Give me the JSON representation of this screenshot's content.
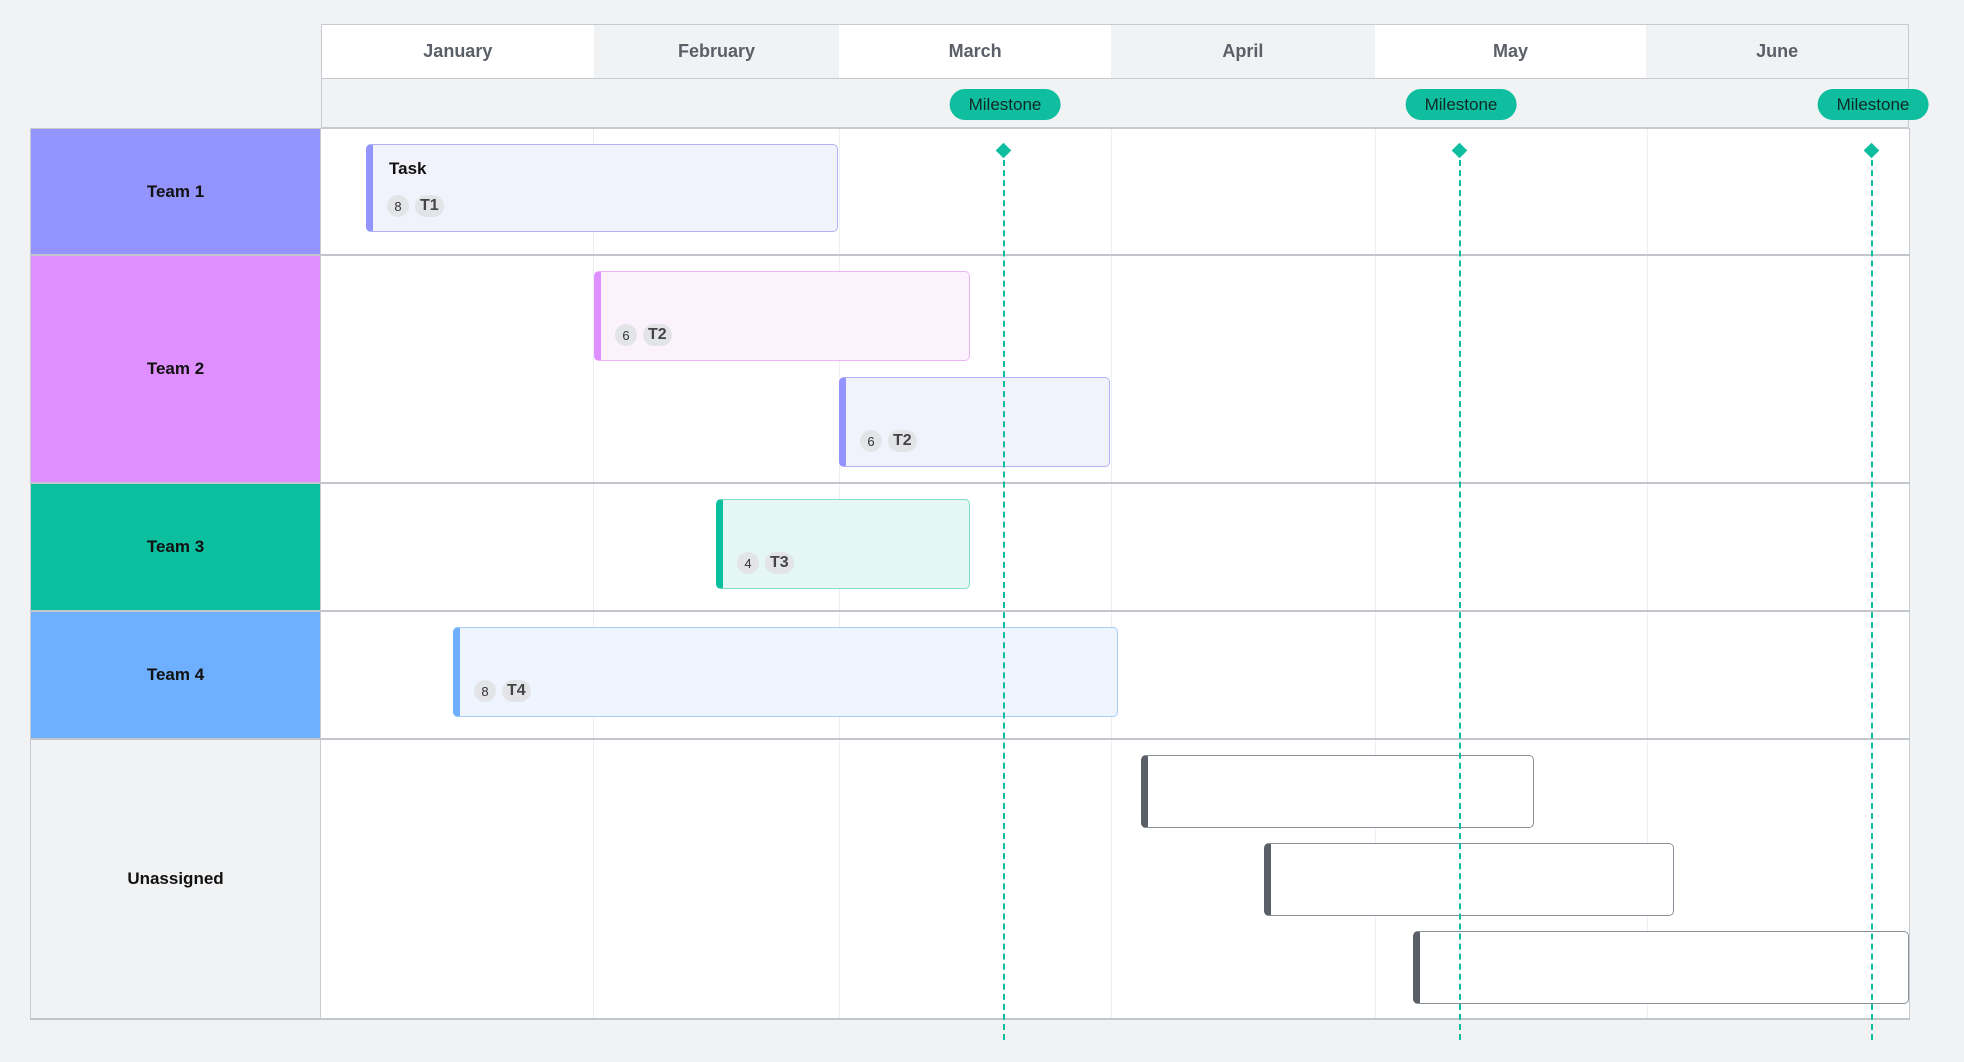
{
  "months": [
    "January",
    "February",
    "March",
    "April",
    "May",
    "June"
  ],
  "milestone_label": "Milestone",
  "teams": [
    {
      "name": "Team 1",
      "color": "#9494ff"
    },
    {
      "name": "Team 2",
      "color": "#df8fff"
    },
    {
      "name": "Team 3",
      "color": "#0bbf9f"
    },
    {
      "name": "Team 4",
      "color": "#6eb0ff"
    },
    {
      "name": "Unassigned",
      "color": "#f1f2f4"
    }
  ],
  "tasks": [
    {
      "title": "Task",
      "count": "8",
      "label": "T1"
    },
    {
      "title": "",
      "count": "6",
      "label": "T2"
    },
    {
      "title": "",
      "count": "6",
      "label": "T2"
    },
    {
      "title": "",
      "count": "4",
      "label": "T3"
    },
    {
      "title": "",
      "count": "8",
      "label": "T4"
    }
  ]
}
